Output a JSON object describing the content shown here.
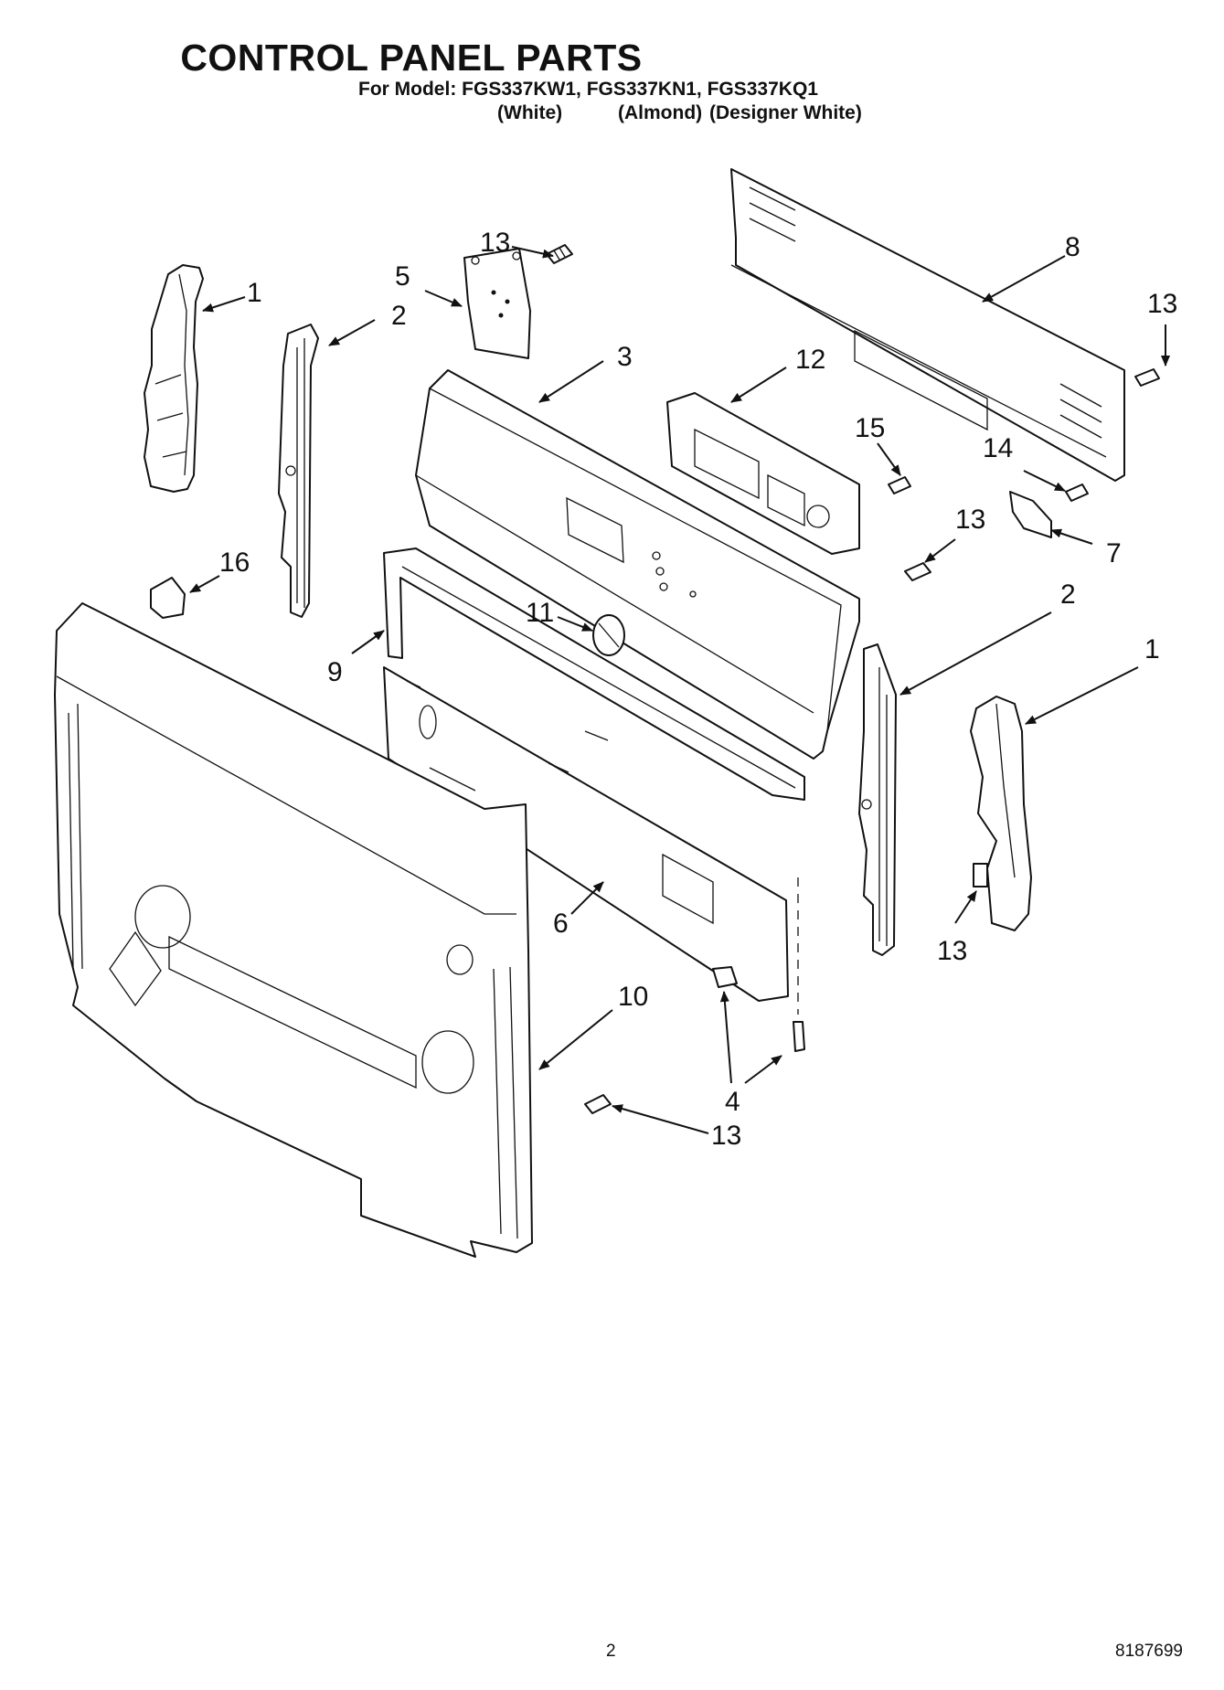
{
  "header": {
    "title": "CONTROL PANEL PARTS",
    "subtitle": "For Model: FGS337KW1, FGS337KN1, FGS337KQ1",
    "variants": [
      "(White)",
      "(Almond)",
      "(Designer White)"
    ]
  },
  "callouts": [
    {
      "id": "c1a",
      "label": "1"
    },
    {
      "id": "c2a",
      "label": "2"
    },
    {
      "id": "c13a",
      "label": "13"
    },
    {
      "id": "c5",
      "label": "5"
    },
    {
      "id": "c3",
      "label": "3"
    },
    {
      "id": "c12",
      "label": "12"
    },
    {
      "id": "c8",
      "label": "8"
    },
    {
      "id": "c13b",
      "label": "13"
    },
    {
      "id": "c15",
      "label": "15"
    },
    {
      "id": "c14",
      "label": "14"
    },
    {
      "id": "c13c",
      "label": "13"
    },
    {
      "id": "c7",
      "label": "7"
    },
    {
      "id": "c16",
      "label": "16"
    },
    {
      "id": "c11",
      "label": "11"
    },
    {
      "id": "c9",
      "label": "9"
    },
    {
      "id": "c2b",
      "label": "2"
    },
    {
      "id": "c1b",
      "label": "1"
    },
    {
      "id": "c6",
      "label": "6"
    },
    {
      "id": "c13d",
      "label": "13"
    },
    {
      "id": "c10",
      "label": "10"
    },
    {
      "id": "c4",
      "label": "4"
    },
    {
      "id": "c13e",
      "label": "13"
    }
  ],
  "footer": {
    "page_number": "2",
    "doc_number": "8187699"
  }
}
